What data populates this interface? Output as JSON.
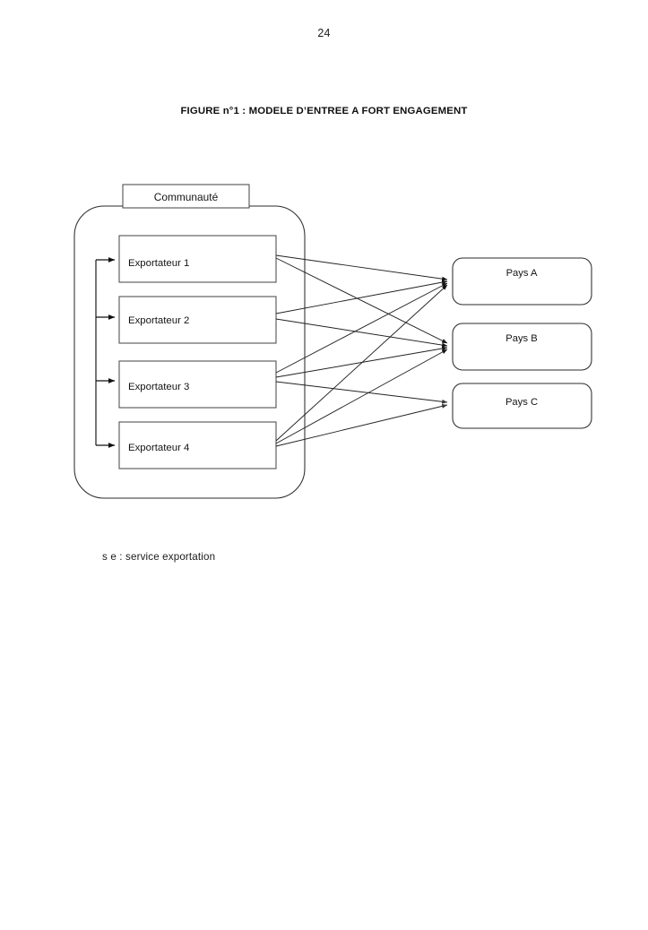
{
  "page": {
    "number": "24"
  },
  "figure": {
    "title": "FIGURE n°1 : MODELE D’ENTREE A FORT ENGAGEMENT",
    "note": "s e : service exportation",
    "community_label": "Communauté",
    "exporters": [
      {
        "label": "Exportateur  1"
      },
      {
        "label": "Exportateur 2"
      },
      {
        "label": "Exportateur 3"
      },
      {
        "label": "Exportateur 4"
      }
    ],
    "countries": [
      {
        "label": "Pays A"
      },
      {
        "label": "Pays B"
      },
      {
        "label": "Pays C"
      }
    ],
    "colors": {
      "stroke": "#2b2b2b",
      "line": "#222222",
      "text": "#141414",
      "background": "#ffffff"
    },
    "connections": [
      {
        "from": "Exportateur  1",
        "to": "Pays A"
      },
      {
        "from": "Exportateur  1",
        "to": "Pays B"
      },
      {
        "from": "Exportateur 2",
        "to": "Pays A"
      },
      {
        "from": "Exportateur 2",
        "to": "Pays B"
      },
      {
        "from": "Exportateur 3",
        "to": "Pays A"
      },
      {
        "from": "Exportateur 3",
        "to": "Pays B"
      },
      {
        "from": "Exportateur 3",
        "to": "Pays C"
      },
      {
        "from": "Exportateur 4",
        "to": "Pays A"
      },
      {
        "from": "Exportateur 4",
        "to": "Pays B"
      },
      {
        "from": "Exportateur 4",
        "to": "Pays C"
      }
    ]
  }
}
